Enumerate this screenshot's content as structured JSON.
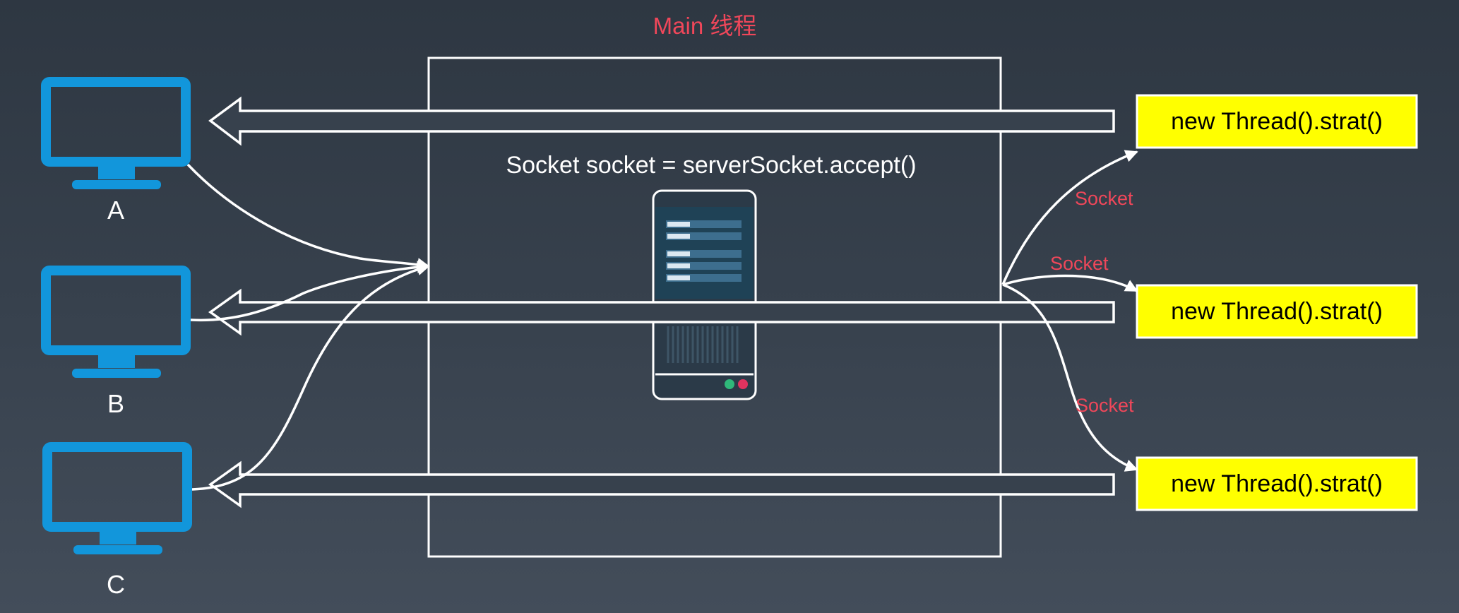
{
  "main_thread": {
    "title": "Main 线程",
    "code": "Socket socket = serverSocket.accept()"
  },
  "clients": [
    {
      "label": "A",
      "icon": "monitor-icon"
    },
    {
      "label": "B",
      "icon": "monitor-icon"
    },
    {
      "label": "C",
      "icon": "monitor-icon"
    }
  ],
  "threads": [
    {
      "label": "new Thread().strat()"
    },
    {
      "label": "new Thread().strat()"
    },
    {
      "label": "new Thread().strat()"
    }
  ],
  "socket_labels": [
    "Socket",
    "Socket",
    "Socket"
  ],
  "colors": {
    "accent_red": "#f0475a",
    "monitor_blue": "#1296db",
    "thread_box": "#ffff00",
    "line": "#ffffff"
  }
}
